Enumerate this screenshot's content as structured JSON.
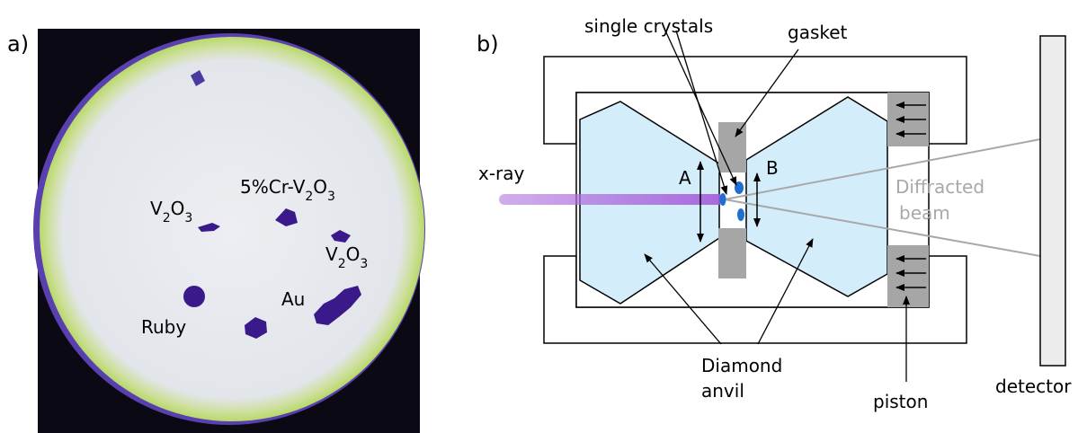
{
  "panel_a": {
    "label": "a)",
    "samples": {
      "v2o3_left": "V2O3",
      "cr_v2o3": "5%Cr-V2O3",
      "v2o3_right": "V2O3",
      "ruby": "Ruby",
      "au": "Au"
    }
  },
  "panel_b": {
    "label": "b)",
    "single_crystals": "single crystals",
    "gasket": "gasket",
    "xray": "x-ray",
    "dim_a": "A",
    "dim_b": "B",
    "diffracted_line1": "Diffracted",
    "diffracted_line2": "beam",
    "diamond_line1": "Diamond",
    "diamond_line2": "anvil",
    "piston": "piston",
    "detector": "detector"
  },
  "colors": {
    "anvil_fill": "#d3edfa",
    "gasket_fill": "#a6a6a6",
    "xray_beam": "#b57de0",
    "crystal": "#1f6fd1",
    "diffracted": "#a8a8a8",
    "sample_disk": "#e6e9ee",
    "sample_rim": "#c8e06a",
    "crystal_dark": "#3a1a8a"
  }
}
